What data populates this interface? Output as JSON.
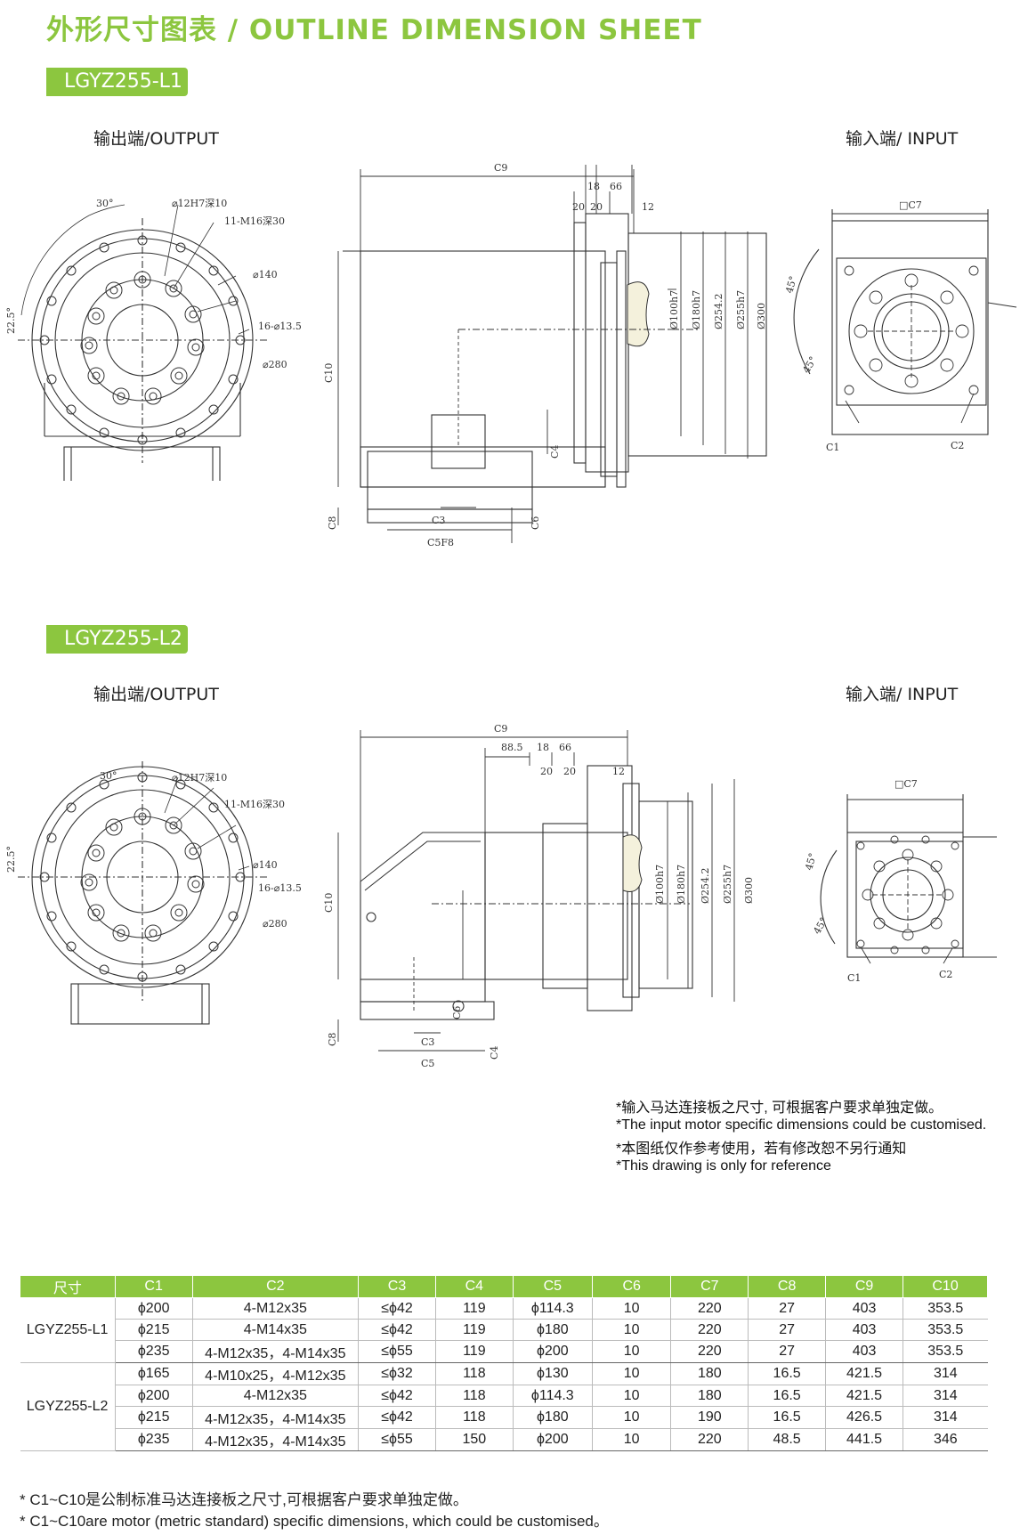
{
  "page_title": "外形尺寸图表 / OUTLINE DIMENSION SHEET",
  "sections": [
    {
      "model": "LGYZ255-L1",
      "output_label": "输出端/OUTPUT",
      "input_label": "输入端/ INPUT",
      "dims": {
        "angle30": "30°",
        "angle225": "22.5°",
        "angle45a": "45°",
        "angle45b": "45°",
        "hole12": "⌀12H7深10",
        "m16": "11-M16深30",
        "d140": "⌀140",
        "h16": "16-⌀13.5",
        "d280": "⌀280",
        "c9": "C9",
        "d18": "18",
        "d66": "66",
        "d20a": "20",
        "d20b": "20",
        "d12": "12",
        "d100": "Ø100h7",
        "d180": "Ø180h7",
        "d2542": "Ø254.2",
        "d255": "Ø255h7",
        "d300": "Ø300",
        "c10": "C10",
        "c4": "C4",
        "c8": "C8",
        "c3": "C3",
        "c5": "C5F8",
        "c6": "C6",
        "c7": "□C7",
        "c1": "C1",
        "c2": "C2"
      }
    },
    {
      "model": "LGYZ255-L2",
      "output_label": "输出端/OUTPUT",
      "input_label": "输入端/ INPUT",
      "dims": {
        "angle30": "30°",
        "angle225": "22.5°",
        "angle45a": "45°",
        "angle45b": "45°",
        "hole12": "⌀12H7深10",
        "m16": "11-M16深30",
        "d140": "⌀140",
        "h16": "16-⌀13.5",
        "d280": "⌀280",
        "c9": "C9",
        "d885": "88.5",
        "d18": "18",
        "d66": "66",
        "d20a": "20",
        "d20b": "20",
        "d12": "12",
        "d100": "Ø100h7",
        "d180": "Ø180h7",
        "d2542": "Ø254.2",
        "d255": "Ø255h7",
        "d300": "Ø300",
        "c10": "C10",
        "c4": "C4",
        "c8": "C8",
        "c3": "C3",
        "c5": "C5",
        "c6": "C6",
        "c7": "□C7",
        "c1": "C1",
        "c2": "C2"
      }
    }
  ],
  "notes": [
    "*输入马达连接板之尺寸, 可根据客户要求单独定做。",
    "*The input motor specific dimensions could be customised.",
    "*本图纸仅作参考使用，若有修改恕不另行通知",
    "*This drawing is only for reference"
  ],
  "table": {
    "headers": [
      "尺寸",
      "C1",
      "C2",
      "C3",
      "C4",
      "C5",
      "C6",
      "C7",
      "C8",
      "C9",
      "C10"
    ],
    "groups": [
      {
        "model": "LGYZ255-L1",
        "rows": [
          [
            "ϕ200",
            "4-M12x35",
            "≤ϕ42",
            "119",
            "ϕ114.3",
            "10",
            "220",
            "27",
            "403",
            "353.5"
          ],
          [
            "ϕ215",
            "4-M14x35",
            "≤ϕ42",
            "119",
            "ϕ180",
            "10",
            "220",
            "27",
            "403",
            "353.5"
          ],
          [
            "ϕ235",
            "4-M12x35，4-M14x35",
            "≤ϕ55",
            "119",
            "ϕ200",
            "10",
            "220",
            "27",
            "403",
            "353.5"
          ]
        ]
      },
      {
        "model": "LGYZ255-L2",
        "rows": [
          [
            "ϕ165",
            "4-M10x25，4-M12x35",
            "≤ϕ32",
            "118",
            "ϕ130",
            "10",
            "180",
            "16.5",
            "421.5",
            "314"
          ],
          [
            "ϕ200",
            "4-M12x35",
            "≤ϕ42",
            "118",
            "ϕ114.3",
            "10",
            "180",
            "16.5",
            "421.5",
            "314"
          ],
          [
            "ϕ215",
            "4-M12x35，4-M14x35",
            "≤ϕ42",
            "118",
            "ϕ180",
            "10",
            "190",
            "16.5",
            "426.5",
            "314"
          ],
          [
            "ϕ235",
            "4-M12x35，4-M14x35",
            "≤ϕ55",
            "150",
            "ϕ200",
            "10",
            "220",
            "48.5",
            "441.5",
            "346"
          ]
        ]
      }
    ]
  },
  "footnotes": [
    "* C1~C10是公制标准马达连接板之尺寸,可根据客户要求单独定做。",
    "* C1~C10are motor (metric standard) specific dimensions, which could be customised。"
  ],
  "colors": {
    "accent": "#8cc63f",
    "line": "#333333"
  }
}
